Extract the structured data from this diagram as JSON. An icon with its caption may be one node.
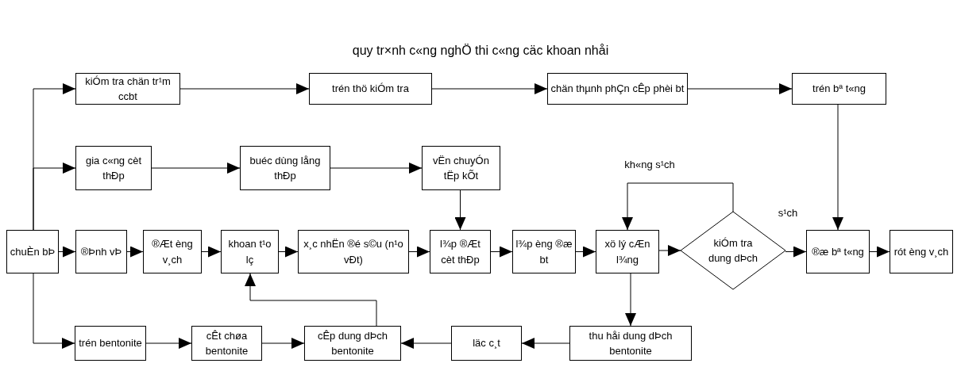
{
  "diagram": {
    "title": "quy tr×nh c«ng nghÖ thi c«ng cäc khoan nhåi",
    "nodes": [
      {
        "text": [
          "chuÈn bÞ"
        ]
      },
      {
        "text": [
          "®Þnh vÞ"
        ]
      },
      {
        "text": [
          "®Æt èng v¸ch"
        ]
      },
      {
        "text": [
          "khoan t¹o lç"
        ]
      },
      {
        "text": [
          "x¸c nhËn ®é s©u (n¹o vÐt)"
        ]
      },
      {
        "text": [
          "l¾p ®Æt cèt thÐp"
        ]
      },
      {
        "text": [
          "l¾p èng ®æ bt"
        ]
      },
      {
        "text": [
          "xö lý cÆn l¾ng"
        ]
      },
      {
        "text": [
          "kiÓm tra dung dÞch"
        ]
      },
      {
        "text": [
          "®æ bª t«ng"
        ]
      },
      {
        "text": [
          "rót èng v¸ch"
        ]
      },
      {
        "text": [
          "kiÓm tra chän tr¹m ccbt"
        ]
      },
      {
        "text": [
          "trén thö kiÓm tra"
        ]
      },
      {
        "text": [
          "chän thµnh phÇn cÊp phèi bt"
        ]
      },
      {
        "text": [
          "trén bª t«ng"
        ]
      },
      {
        "text": [
          "gia c«ng cèt thÐp"
        ]
      },
      {
        "text": [
          "buéc dùng lång thÐp"
        ]
      },
      {
        "text": [
          "vËn chuyÓn tËp kÕt"
        ]
      },
      {
        "text": [
          "trén bentonite"
        ]
      },
      {
        "text": [
          "cÊt chøa bentonite"
        ]
      },
      {
        "text": [
          "cÊp dung dÞch bentonite"
        ]
      },
      {
        "text": [
          "läc c¸t"
        ]
      },
      {
        "text": [
          "thu håi dung dÞch bentonite"
        ]
      }
    ],
    "edges": [
      {
        "from": 0,
        "to": 11,
        "arrow": "to"
      },
      {
        "from": 0,
        "to": 15,
        "arrow": "to"
      },
      {
        "from": 0,
        "to": 18,
        "arrow": "to"
      },
      {
        "from": 0,
        "to": 1,
        "arrow": "to"
      },
      {
        "from": 1,
        "to": 2,
        "arrow": "to"
      },
      {
        "from": 2,
        "to": 3,
        "arrow": "to"
      },
      {
        "from": 3,
        "to": 4,
        "arrow": "to"
      },
      {
        "from": 4,
        "to": 5,
        "arrow": "to"
      },
      {
        "from": 5,
        "to": 6,
        "arrow": "to"
      },
      {
        "from": 6,
        "to": 7,
        "arrow": "to"
      },
      {
        "from": 7,
        "to": 8,
        "arrow": "to"
      },
      {
        "from": 8,
        "to": 9,
        "arrow": "to",
        "label": "s¹ch"
      },
      {
        "from": 9,
        "to": 10,
        "arrow": "to"
      },
      {
        "from": 8,
        "to": 7,
        "arrow": "to",
        "label": "kh«ng s¹ch"
      },
      {
        "from": 11,
        "to": 12,
        "arrow": "to"
      },
      {
        "from": 12,
        "to": 13,
        "arrow": "to"
      },
      {
        "from": 13,
        "to": 14,
        "arrow": "to"
      },
      {
        "from": 14,
        "to": 9,
        "arrow": "to"
      },
      {
        "from": 15,
        "to": 16,
        "arrow": "to"
      },
      {
        "from": 16,
        "to": 17,
        "arrow": "to"
      },
      {
        "from": 17,
        "to": 5,
        "arrow": "to"
      },
      {
        "from": 18,
        "to": 19,
        "arrow": "to"
      },
      {
        "from": 19,
        "to": 20,
        "arrow": "to"
      },
      {
        "from": 21,
        "to": 20,
        "arrow": "to"
      },
      {
        "from": 22,
        "to": 21,
        "arrow": "to"
      },
      {
        "from": 7,
        "to": 22,
        "arrow": "to"
      },
      {
        "from": 20,
        "to": 3,
        "arrow": "to"
      }
    ]
  }
}
